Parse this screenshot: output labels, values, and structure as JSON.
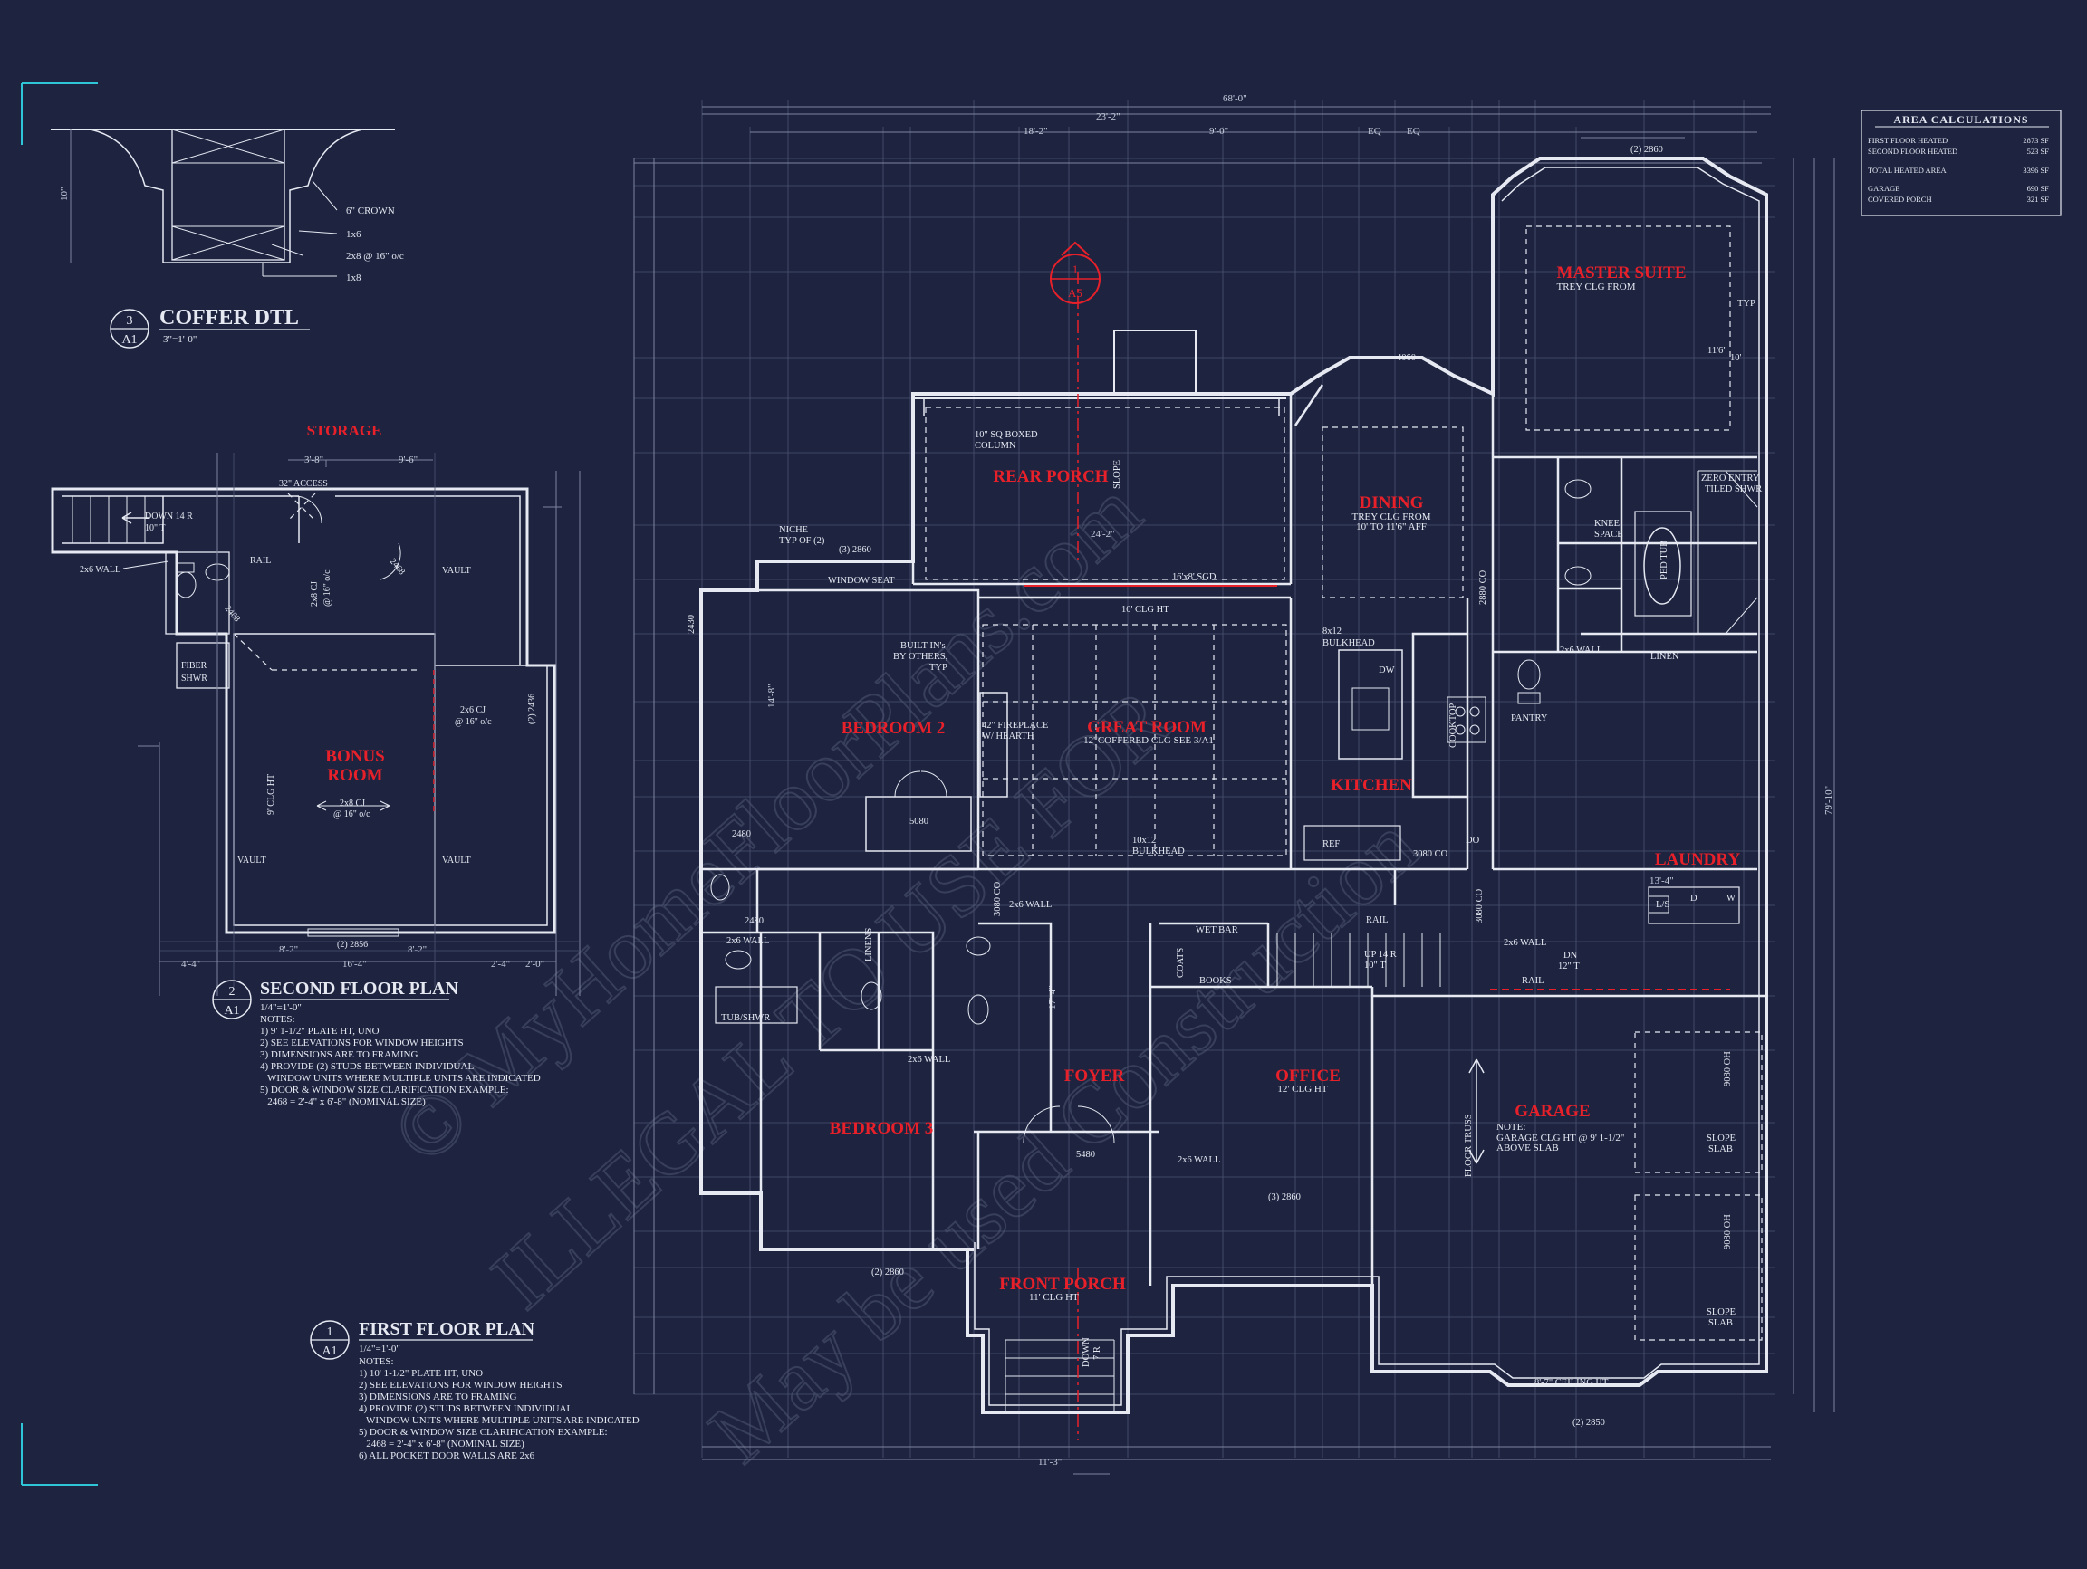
{
  "corner_color": "#2fc4d8",
  "coffer": {
    "num": "3",
    "sheet": "A1",
    "title": "COFFER DTL",
    "scale": "3\"=1'-0\"",
    "height": "10\"",
    "labels": [
      "6\" CROWN",
      "1x6",
      "2x8 @ 16\" o/c",
      "1x8"
    ]
  },
  "area": {
    "title": "AREA CALCULATIONS",
    "rows": [
      {
        "label": "FIRST FLOOR HEATED",
        "value": "2873 SF"
      },
      {
        "label": "SECOND FLOOR HEATED",
        "value": "523 SF"
      },
      {
        "label": "TOTAL HEATED AREA",
        "value": "3396 SF"
      },
      {
        "label": "GARAGE",
        "value": "690 SF"
      },
      {
        "label": "COVERED PORCH",
        "value": "321 SF"
      }
    ]
  },
  "second": {
    "storage": "STORAGE",
    "bonus": "BONUS",
    "room": "ROOM",
    "labels": {
      "access": "32\" ACCESS",
      "down": "DOWN 14 R",
      "dn10": "10\" T",
      "wall": "2x6 WALL",
      "rail": "RAIL",
      "vault1": "VAULT",
      "vault2": "VAULT",
      "vault3": "VAULT",
      "cj1": "2x8 CJ",
      "cj1b": "@ 16\" o/c",
      "cj2": "2x6 CJ",
      "cj2b": "@ 16\" o/c",
      "cj3": "2x8 CJ",
      "cj3b": "@ 16\" o/c",
      "clg": "9' CLG HT",
      "fiber": "FIBER",
      "shwr": "SHWR",
      "d2436": "(2) 2436",
      "d2468": "2468",
      "d2468b": "2468",
      "d2856": "(2) 2856",
      "d1": "3'-8\"",
      "d2": "9'-6\"",
      "d3": "4'-4\"",
      "d4": "16'-4\"",
      "d5": "8'-2\"",
      "d6": "8'-2\"",
      "d7": "2'-4\"",
      "d8": "2'-0\""
    },
    "num": "2",
    "sheet": "A1",
    "title": "SECOND FLOOR PLAN",
    "scale": "1/4\"=1'-0\"",
    "notes_title": "NOTES:",
    "notes": [
      "1) 9' 1-1/2\" PLATE HT, UNO",
      "2) SEE ELEVATIONS FOR WINDOW HEIGHTS",
      "3) DIMENSIONS ARE TO FRAMING",
      "4) PROVIDE (2) STUDS BETWEEN INDIVIDUAL",
      "   WINDOW UNITS WHERE MULTIPLE UNITS ARE INDICATED",
      "5) DOOR & WINDOW SIZE CLARIFICATION EXAMPLE:",
      "   2468 = 2'-4\" x 6'-8\" (NOMINAL SIZE)"
    ]
  },
  "first": {
    "num": "1",
    "sheet": "A1",
    "title": "FIRST FLOOR PLAN",
    "scale": "1/4\"=1'-0\"",
    "notes_title": "NOTES:",
    "notes": [
      "1) 10' 1-1/2\" PLATE HT, UNO",
      "2) SEE ELEVATIONS FOR WINDOW HEIGHTS",
      "3) DIMENSIONS ARE TO FRAMING",
      "4) PROVIDE (2) STUDS BETWEEN INDIVIDUAL",
      "   WINDOW UNITS WHERE MULTIPLE UNITS ARE INDICATED",
      "5) DOOR & WINDOW SIZE CLARIFICATION EXAMPLE:",
      "   2468 = 2'-4\" x 6'-8\" (NOMINAL SIZE)",
      "6) ALL POCKET DOOR WALLS ARE 2x6"
    ]
  },
  "rooms": {
    "master": "MASTER SUITE",
    "master_sub": "TREY CLG FROM",
    "rear": "REAR PORCH",
    "dining": "DINING",
    "dining_sub1": "TREY CLG FROM",
    "dining_sub2": "10' TO 11'6\" AFF",
    "bed2": "BEDROOM 2",
    "great": "GREAT ROOM",
    "great_sub": "12' COFFERED CLG SEE 3/A1",
    "kitchen": "KITCHEN",
    "laundry": "LAUNDRY",
    "bed3": "BEDROOM 3",
    "foyer": "FOYER",
    "office": "OFFICE",
    "office_sub": "12' CLG HT",
    "garage": "GARAGE",
    "garage_note1": "NOTE:",
    "garage_note2": "GARAGE CLG HT @ 9' 1-1/2\"",
    "garage_note3": "ABOVE SLAB",
    "front": "FRONT PORCH",
    "front_sub": "11' CLG HT"
  },
  "marker": {
    "num": "1",
    "sheet": "A5"
  },
  "labels": {
    "boxed1": "10\" SQ BOXED",
    "boxed2": "COLUMN",
    "slope": "SLOPE",
    "niche1": "NICHE",
    "niche2": "TYP OF (2)",
    "seat": "WINDOW SEAT",
    "w2860c": "(3) 2860",
    "sgd": "16'x8' SGD",
    "clg10": "10' CLG HT",
    "builtin1": "BUILT-IN's",
    "builtin2": "BY OTHERS,",
    "builtin3": "TYP",
    "fire1": "42\" FIREPLACE",
    "fire2": "W/ HEARTH",
    "bulk1": "8x12",
    "bulk2": "BULKHEAD",
    "bulk3": "10x12",
    "bulk4": "BULKHEAD",
    "dw": "DW",
    "cooktop": "COOKTOP",
    "pantry": "PANTRY",
    "ref": "REF",
    "do": "DO",
    "co3080": "3080 CO",
    "co3080b": "3080 CO",
    "co2880": "2880 CO",
    "co3080c": "3080 CO",
    "knee1": "KNEE",
    "knee2": "SPACE",
    "pedtub": "PED TUB",
    "zero1": "ZERO ENTRY",
    "zero2": "TILED SHWR",
    "linen": "LINEN",
    "wall26a": "2x6 WALL",
    "wall26b": "2x6 WALL",
    "wall26c": "2x6 WALL",
    "wall26d": "2x6 WALL",
    "wall26e": "2x6 WALL",
    "wall26f": "2x6 WALL",
    "wetbar": "WET BAR",
    "coats": "COATS",
    "books": "BOOKS",
    "up": "UP 14 R",
    "up10": "10\" T",
    "rail1": "RAIL",
    "rail2": "RAIL",
    "dn": "DN",
    "dn12": "12\" T",
    "tub": "TUB/SHWR",
    "linens": "LINENS",
    "ls": "L/S",
    "d": "D",
    "wbox": "W",
    "truss": "FLOOR TRUSS",
    "slope_slab1": "SLOPE",
    "slab1": "SLAB",
    "slope_slab2": "SLOPE",
    "slab2": "SLAB",
    "oh1": "9080 OH",
    "oh2": "9080 OH",
    "ceiling87": "8'-7\" CEILING HT",
    "w5080": "5080",
    "w5480": "5480",
    "w2860a": "(2) 2860",
    "w2860b": "(2) 2860",
    "w2860d": "(3) 2860",
    "w2850": "(2) 2850",
    "w4060": "4060",
    "typ": "TYP",
    "d116": "11'6\"",
    "d10": "10'",
    "w2480": "2480",
    "w2480b": "2480",
    "w2430": "2430",
    "eq1": "EQ",
    "eq2": "EQ",
    "d68": "68'-0\"",
    "d23": "23'-2\"",
    "d18": "18'-2\"",
    "d9": "9'-0\"",
    "d11_3": "11'-3\"",
    "d79": "79'-10\"",
    "d24": "24'-2\"",
    "d14": "14'-8\"",
    "d17": "17'-4\"",
    "d13": "13'-4\"",
    "down": "DOWN",
    "d7r": "7 R"
  }
}
